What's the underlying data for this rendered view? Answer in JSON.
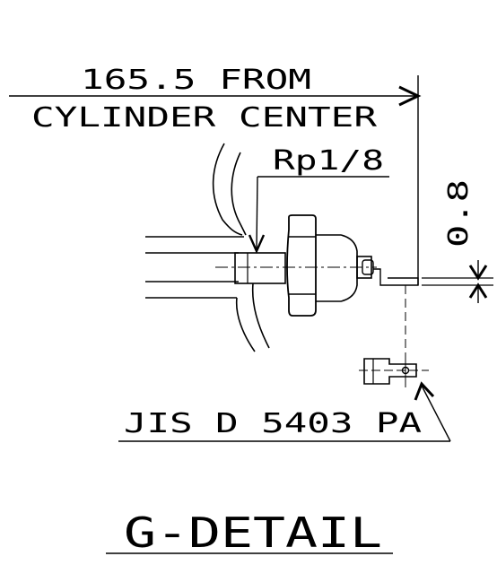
{
  "drawing": {
    "dimension_line1": "165.5 FROM",
    "dimension_line2": "CYLINDER CENTER",
    "thread_label": "Rp1/8",
    "offset_label": "0.8",
    "terminal_label": "JIS D 5403 PA",
    "title": "G-DETAIL"
  }
}
